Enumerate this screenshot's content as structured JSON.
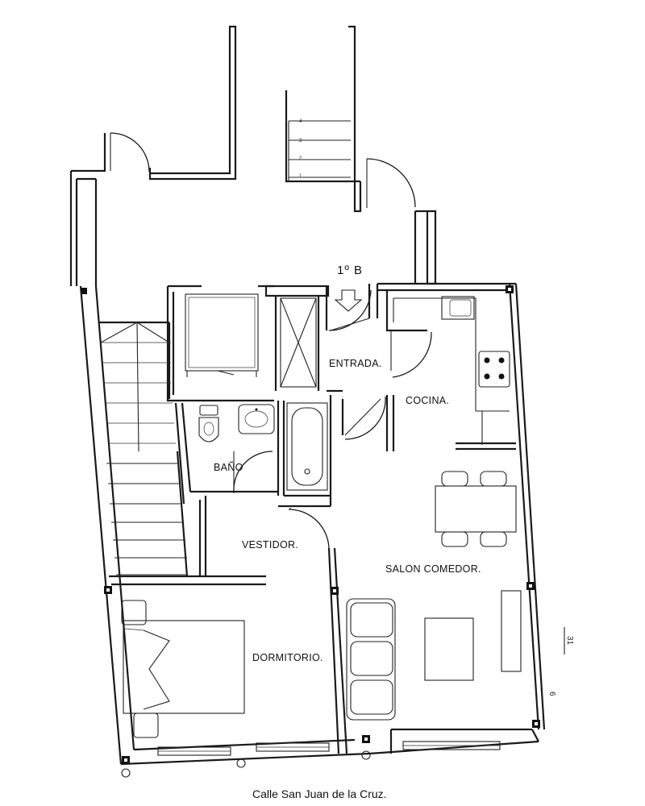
{
  "plan": {
    "unit_label": "1º  B",
    "rooms": {
      "entrada": "ENTRADA.",
      "cocina": "COCINA.",
      "bano": "BAÑO",
      "vestidor": "VESTIDOR.",
      "salon": "SALON COMEDOR.",
      "dormitorio": "DORMITORIO."
    },
    "stair_steps": [
      "4",
      "3",
      "2",
      "1"
    ],
    "street": "Calle San Juan de la Cruz.",
    "margin_marks": [
      "31",
      "6"
    ]
  }
}
